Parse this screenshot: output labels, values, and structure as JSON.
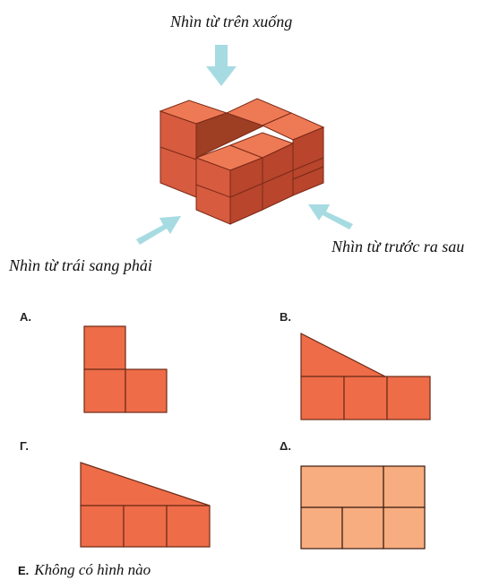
{
  "labels": {
    "top_view": "Nhìn từ trên xuống",
    "left_view": "Nhìn từ trái sang phải",
    "front_view": "Nhìn từ trước ra sau"
  },
  "options": {
    "a": "A.",
    "b": "B.",
    "c": "Γ.",
    "d": "Δ.",
    "e_key": "E.",
    "e_text": "Không có hình nào"
  },
  "colors": {
    "brick_front": "#d75b3f",
    "brick_right": "#b8452c",
    "brick_top": "#ee7a55",
    "option_fill": "#ee6c48",
    "option_light": "#f7ad7f",
    "arrow": "#a7dbe2"
  }
}
